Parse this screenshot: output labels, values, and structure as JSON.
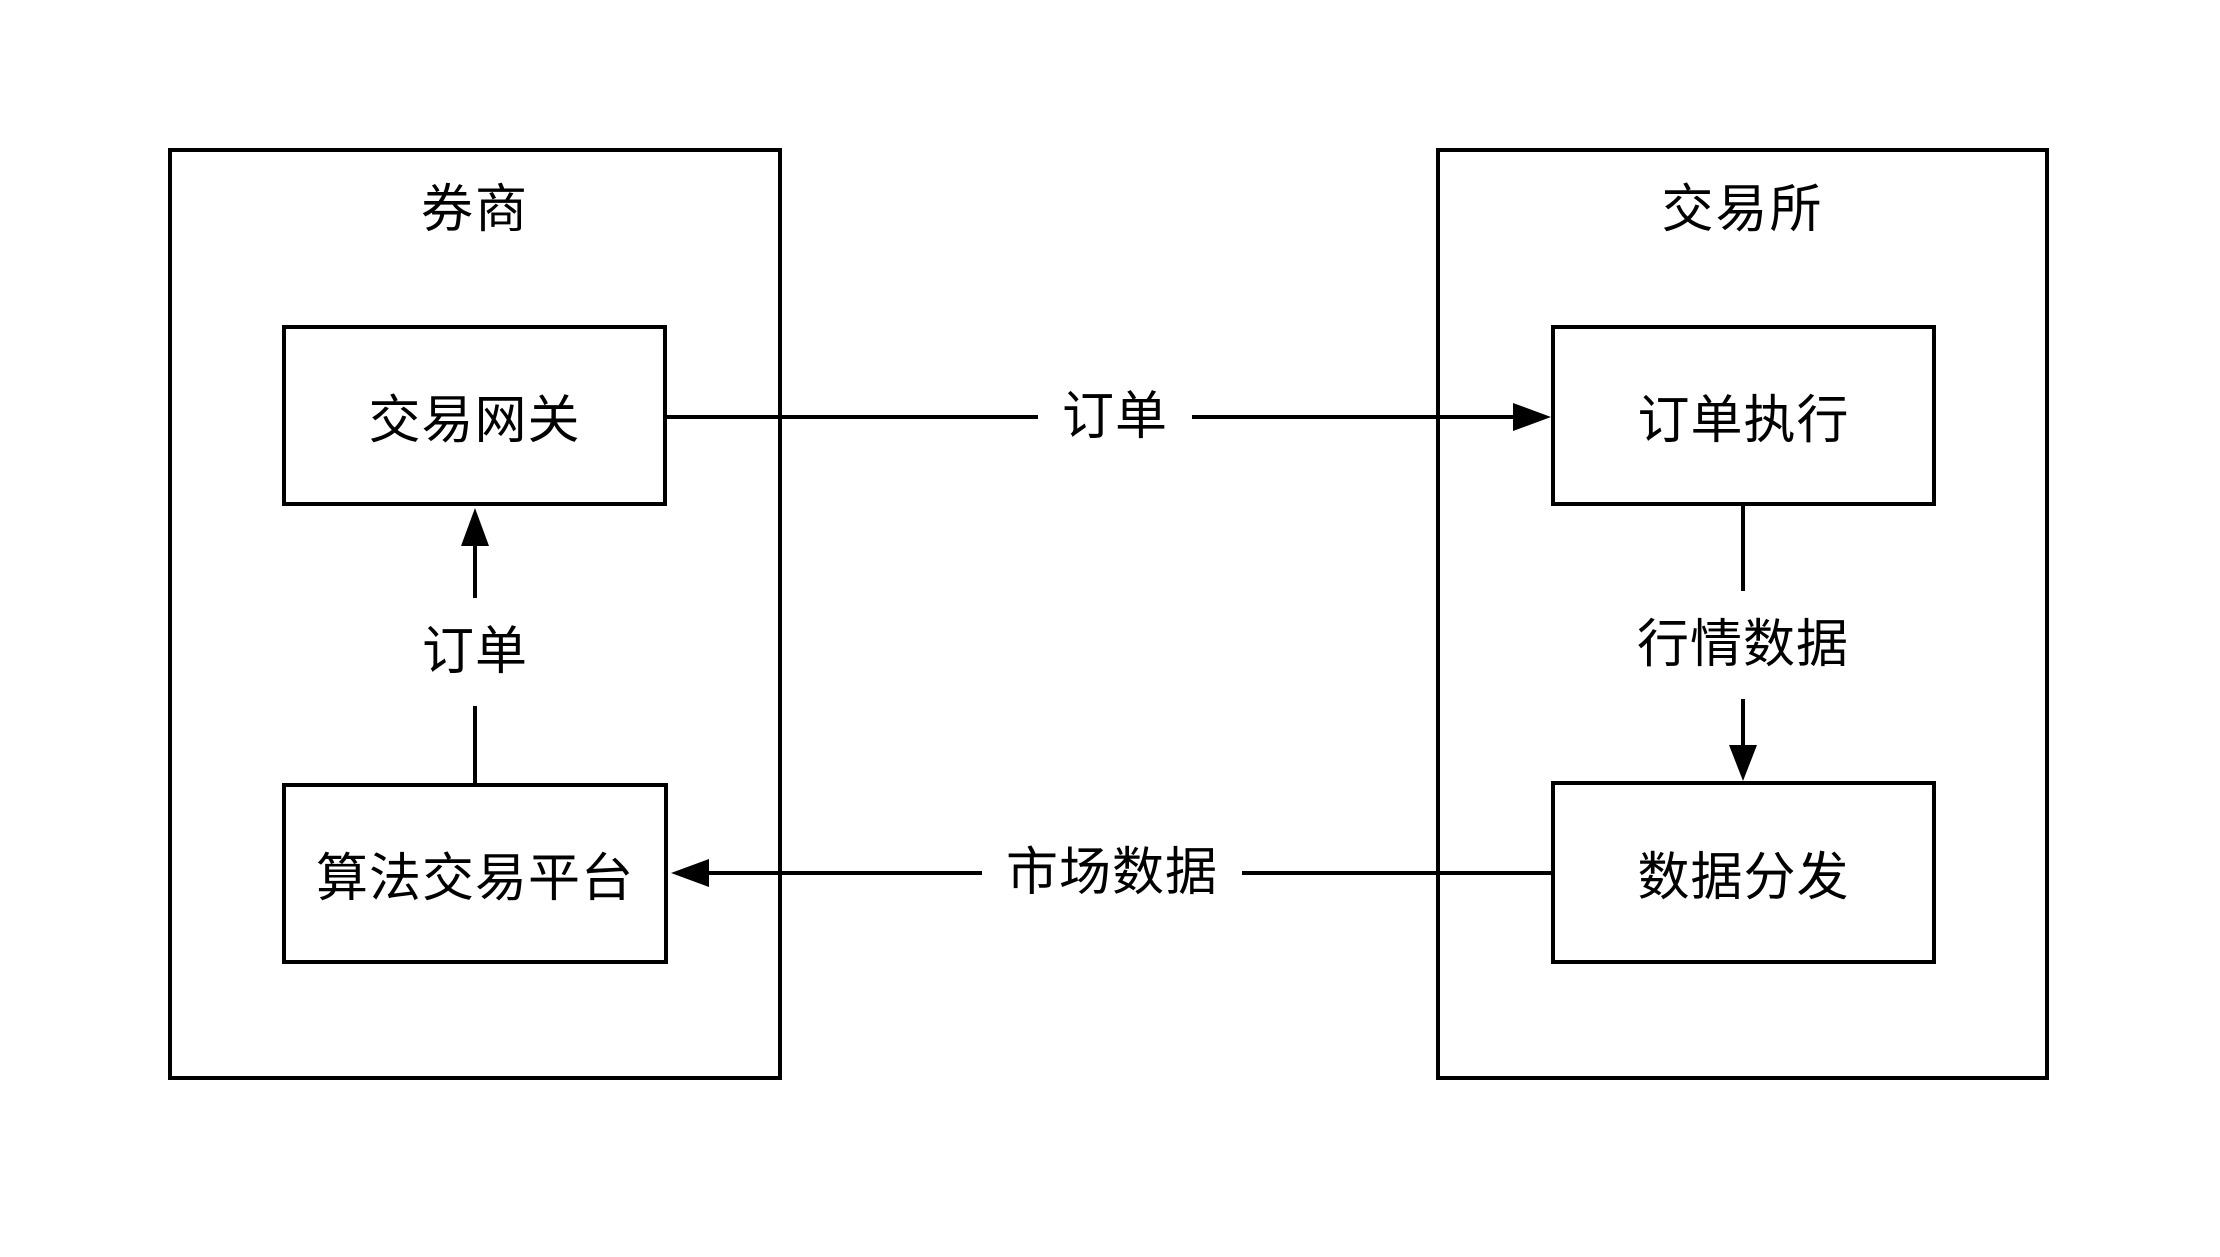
{
  "diagram": {
    "background_color": "#ffffff",
    "line_color": "#000000",
    "containers": [
      {
        "id": "broker",
        "title": "券商"
      },
      {
        "id": "exchange",
        "title": "交易所"
      }
    ],
    "nodes": [
      {
        "id": "trading-gateway",
        "label": "交易网关",
        "container": "券商"
      },
      {
        "id": "algo-trading-platform",
        "label": "算法交易平台",
        "container": "券商"
      },
      {
        "id": "order-execution",
        "label": "订单执行",
        "container": "交易所"
      },
      {
        "id": "data-distribution",
        "label": "数据分发",
        "container": "交易所"
      }
    ],
    "edges": [
      {
        "id": "gateway-to-execution",
        "label": "订单",
        "from": "交易网关",
        "to": "订单执行",
        "direction": "right"
      },
      {
        "id": "platform-to-gateway",
        "label": "订单",
        "from": "算法交易平台",
        "to": "交易网关",
        "direction": "up"
      },
      {
        "id": "execution-to-distribution",
        "label": "行情数据",
        "from": "订单执行",
        "to": "数据分发",
        "direction": "down"
      },
      {
        "id": "distribution-to-platform",
        "label": "市场数据",
        "from": "数据分发",
        "to": "算法交易平台",
        "direction": "left"
      }
    ]
  }
}
